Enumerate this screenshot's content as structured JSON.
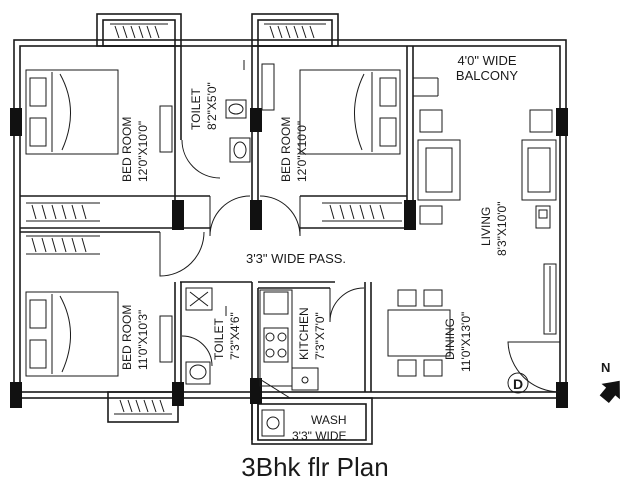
{
  "caption": "3Bhk flr Plan",
  "north_label": "N",
  "rooms": {
    "bed1": {
      "name": "BED ROOM",
      "size": "12'0\"X10'0\""
    },
    "toilet1": {
      "name": "TOILET",
      "size": "8'2\"X5'0\""
    },
    "bed2": {
      "name": "BED ROOM",
      "size": "12'0\"X10'0\""
    },
    "balcony": {
      "line1": "4'0\" WIDE",
      "line2": "BALCONY"
    },
    "living": {
      "name": "LIVING",
      "size": "8'3\"X10'0\""
    },
    "passage": {
      "text": "3'3\" WIDE PASS."
    },
    "bed3": {
      "name": "BED ROOM",
      "size": "11'0\"X10'3\""
    },
    "toilet2": {
      "name": "TOILET",
      "size": "7'3\"X4'6\""
    },
    "kitchen": {
      "name": "KITCHEN",
      "size": "7'3\"X7'0\""
    },
    "dining": {
      "name": "DINING",
      "size": "11'0\"X13'0\""
    },
    "wash": {
      "name": "WASH",
      "size": "3'3\" WIDE"
    }
  },
  "symbols": {
    "door_mark": "D"
  }
}
